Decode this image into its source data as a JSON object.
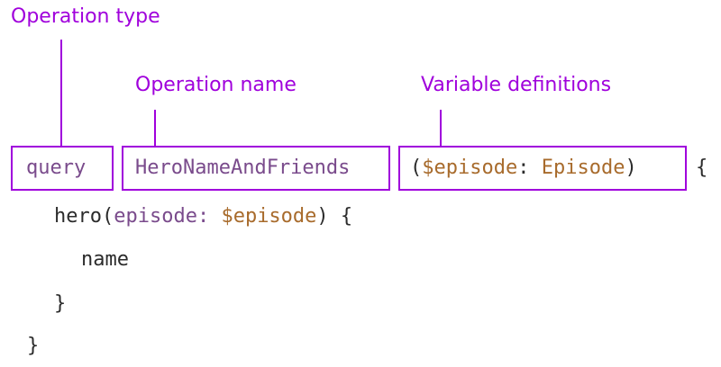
{
  "colors": {
    "annotation": "#a000dc",
    "keyword": "#7a4b8c",
    "variable": "#a86b2c",
    "plain": "#2b2b2b"
  },
  "labels": {
    "operation_type": "Operation type",
    "operation_name": "Operation name",
    "variable_definitions": "Variable definitions"
  },
  "code": {
    "line1": {
      "keyword": "query",
      "name": "HeroNameAndFriends",
      "open_paren": "(",
      "var": "$episode",
      "colon": ": ",
      "type": "Episode",
      "close_paren": ")",
      "brace": "{"
    },
    "line2": {
      "field": "hero(",
      "arg": "episode: ",
      "var": "$episode",
      "tail": ") {"
    },
    "line3": {
      "field": "name"
    },
    "line4": {
      "brace": "}"
    },
    "line5": {
      "brace": "}"
    }
  }
}
